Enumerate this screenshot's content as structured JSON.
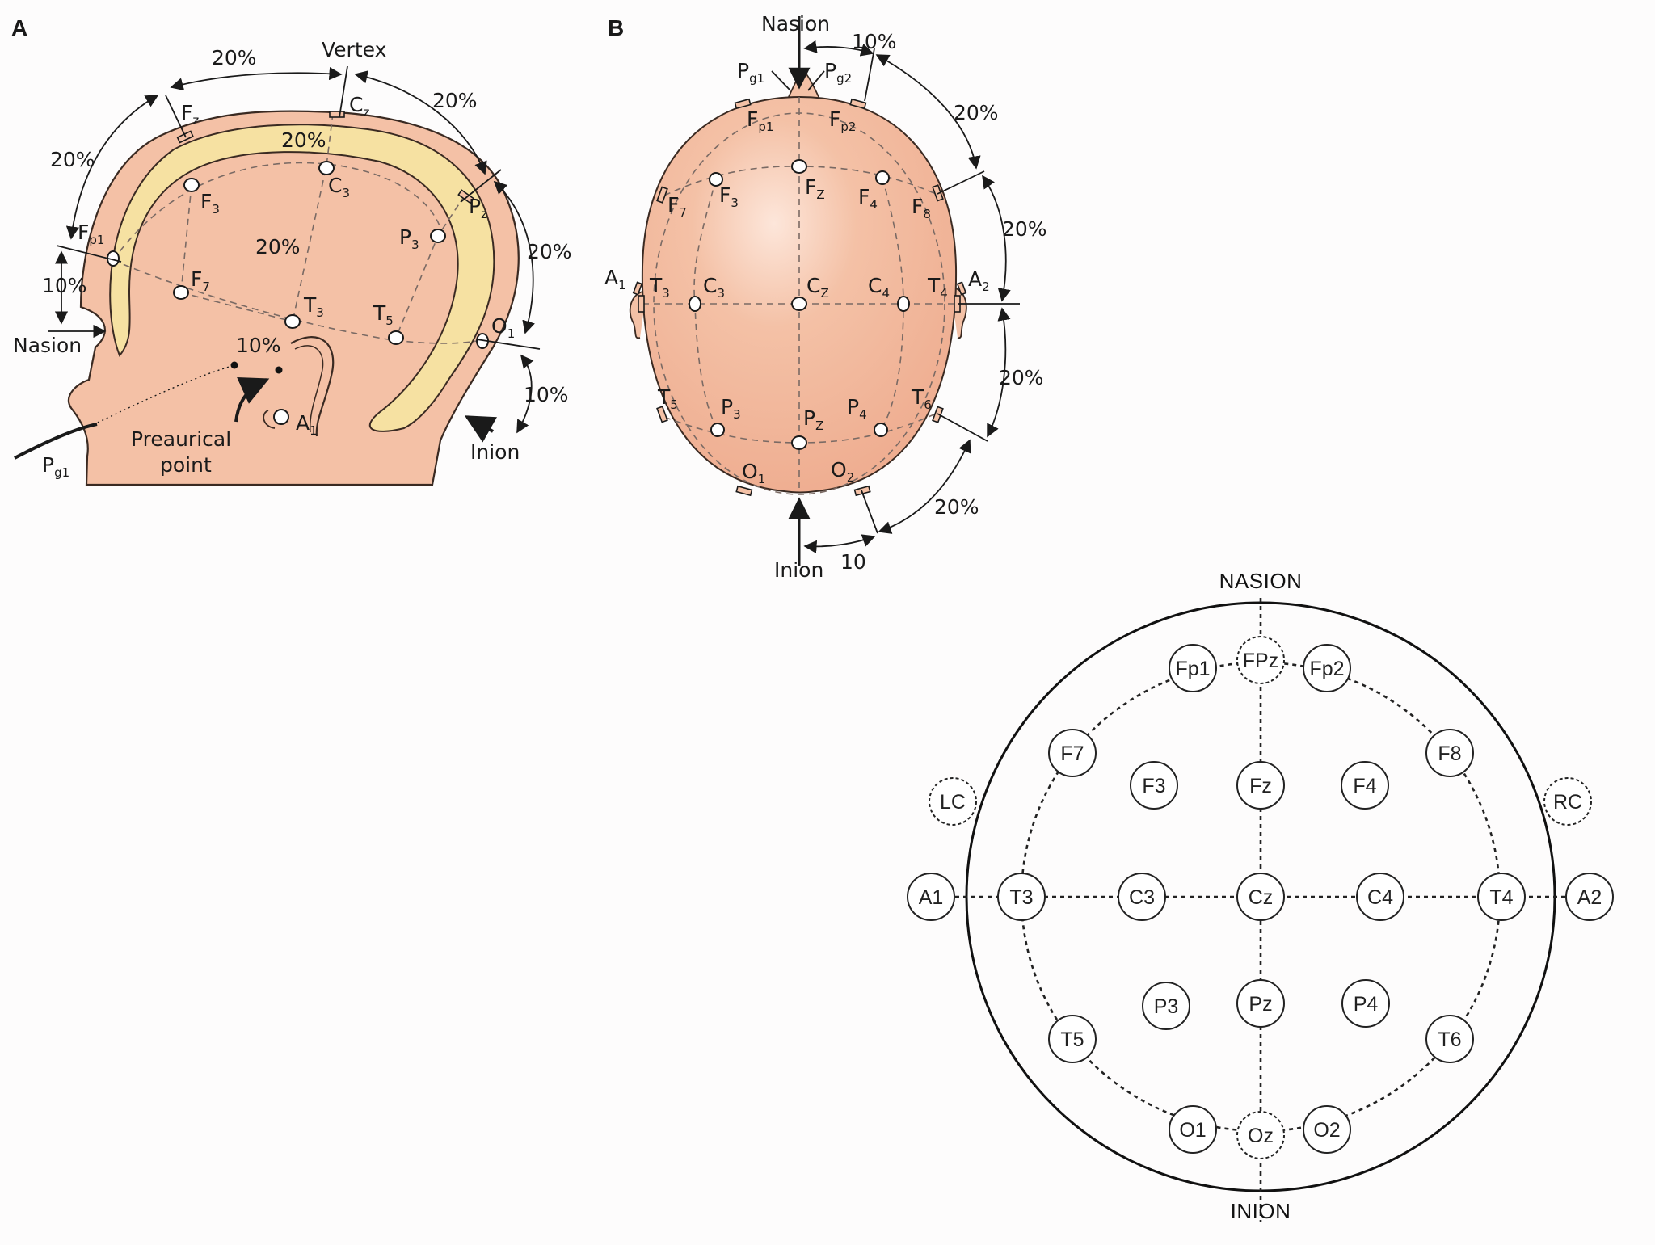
{
  "colors": {
    "skin": "#f4c1a6",
    "skin_edge": "#3a2a22",
    "bone": "#f6e1a2",
    "ink": "#1a1a1a"
  },
  "panel_a": {
    "letter": "A",
    "labels": {
      "vertex": "Vertex",
      "nasion": "Nasion",
      "inion": "Inion",
      "preauricular": "Preaurical",
      "preauricular2": "point"
    },
    "percents": {
      "top_left": "20%",
      "top_right": "20%",
      "front": "20%",
      "back": "20%",
      "mid_top": "20%",
      "mid_center": "20%",
      "nasion_gap": "10%",
      "ear_gap": "10%",
      "inion_gap": "10%"
    },
    "electrodes": [
      {
        "base": "F",
        "sub": "z"
      },
      {
        "base": "C",
        "sub": "z"
      },
      {
        "base": "P",
        "sub": "z"
      },
      {
        "base": "F",
        "sub": "3"
      },
      {
        "base": "C",
        "sub": "3"
      },
      {
        "base": "P",
        "sub": "3"
      },
      {
        "base": "F",
        "sub": "p1"
      },
      {
        "base": "F",
        "sub": "7"
      },
      {
        "base": "T",
        "sub": "3"
      },
      {
        "base": "T",
        "sub": "5"
      },
      {
        "base": "O",
        "sub": "1"
      },
      {
        "base": "A",
        "sub": "1"
      },
      {
        "base": "P",
        "sub": "g1"
      }
    ]
  },
  "panel_b": {
    "letter": "B",
    "labels": {
      "nasion": "Nasion",
      "inion": "Inion"
    },
    "percents": {
      "top_gap": "10%",
      "right_1": "20%",
      "right_2": "20%",
      "right_3": "20%",
      "right_4": "20%",
      "bottom_gap": "10"
    },
    "electrodes": [
      {
        "base": "P",
        "sub": "g1"
      },
      {
        "base": "P",
        "sub": "g2"
      },
      {
        "base": "F",
        "sub": "p1"
      },
      {
        "base": "F",
        "sub": "p2"
      },
      {
        "base": "F",
        "sub": "7"
      },
      {
        "base": "F",
        "sub": "3"
      },
      {
        "base": "F",
        "sub": "Z"
      },
      {
        "base": "F",
        "sub": "4"
      },
      {
        "base": "F",
        "sub": "8"
      },
      {
        "base": "A",
        "sub": "1"
      },
      {
        "base": "T",
        "sub": "3"
      },
      {
        "base": "C",
        "sub": "3"
      },
      {
        "base": "C",
        "sub": "Z"
      },
      {
        "base": "C",
        "sub": "4"
      },
      {
        "base": "T",
        "sub": "4"
      },
      {
        "base": "A",
        "sub": "2"
      },
      {
        "base": "T",
        "sub": "5"
      },
      {
        "base": "P",
        "sub": "3"
      },
      {
        "base": "P",
        "sub": "Z"
      },
      {
        "base": "P",
        "sub": "4"
      },
      {
        "base": "T",
        "sub": "6"
      },
      {
        "base": "O",
        "sub": "1"
      },
      {
        "base": "O",
        "sub": "2"
      }
    ]
  },
  "panel_c": {
    "nasion": "NASION",
    "inion": "INION",
    "electrodes": [
      {
        "label": "FPz",
        "dashed": true
      },
      {
        "label": "Fp1",
        "dashed": false
      },
      {
        "label": "Fp2",
        "dashed": false
      },
      {
        "label": "F7",
        "dashed": false
      },
      {
        "label": "F8",
        "dashed": false
      },
      {
        "label": "F3",
        "dashed": false
      },
      {
        "label": "Fz",
        "dashed": false
      },
      {
        "label": "F4",
        "dashed": false
      },
      {
        "label": "LC",
        "dashed": true
      },
      {
        "label": "RC",
        "dashed": true
      },
      {
        "label": "A1",
        "dashed": false
      },
      {
        "label": "T3",
        "dashed": false
      },
      {
        "label": "C3",
        "dashed": false
      },
      {
        "label": "Cz",
        "dashed": false
      },
      {
        "label": "C4",
        "dashed": false
      },
      {
        "label": "T4",
        "dashed": false
      },
      {
        "label": "A2",
        "dashed": false
      },
      {
        "label": "P3",
        "dashed": false
      },
      {
        "label": "Pz",
        "dashed": false
      },
      {
        "label": "P4",
        "dashed": false
      },
      {
        "label": "T5",
        "dashed": false
      },
      {
        "label": "T6",
        "dashed": false
      },
      {
        "label": "O1",
        "dashed": false
      },
      {
        "label": "Oz",
        "dashed": true
      },
      {
        "label": "O2",
        "dashed": false
      }
    ]
  }
}
